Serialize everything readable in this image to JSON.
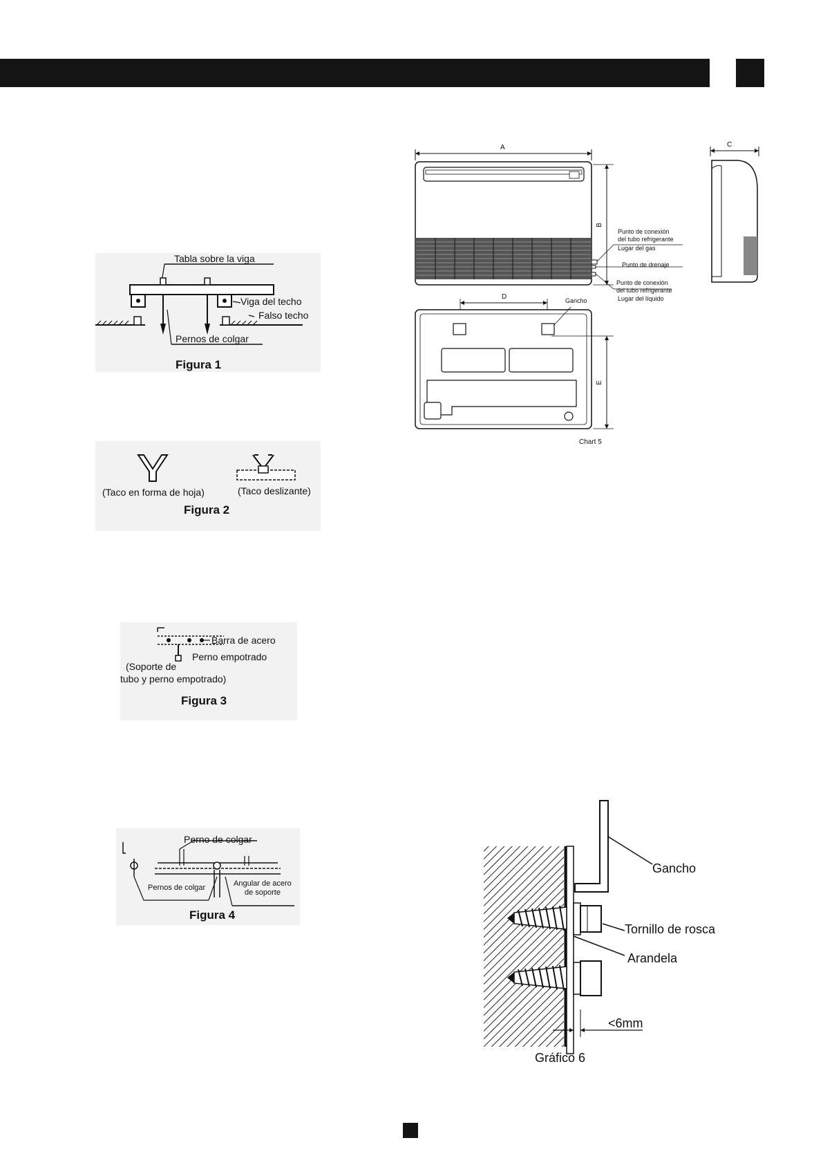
{
  "header": {
    "bar_color": "#141414"
  },
  "figure1": {
    "beam_board": "Tabla sobre la viga",
    "ceiling_beam": "Viga del techo",
    "false_ceiling": "Falso techo",
    "hanging_bolts": "Pernos de colgar",
    "title": "Figura 1"
  },
  "figure2": {
    "leaf_anchor": "(Taco en forma de hoja)",
    "sliding_anchor": "(Taco deslizante)",
    "title": "Figura 2"
  },
  "figure3": {
    "steel_bar": "Barra de acero",
    "embedded_bolt": "Perno empotrado",
    "support_line1": "(Soporte de",
    "support_line2": "tubo y perno empotrado)",
    "title": "Figura 3"
  },
  "figure4": {
    "hanging_bolt": "Perno de colgar",
    "hanging_bolts": "Pernos de colgar",
    "steel_angle_line1": "Angular de acero",
    "steel_angle_line2": "de soporte",
    "title": "Figura 4"
  },
  "chart5": {
    "dim_a": "A",
    "dim_b": "B",
    "dim_c": "C",
    "dim_d": "D",
    "dim_e": "E",
    "gas_line1": "Punto de conexión",
    "gas_line2": "del tubo refrigerante",
    "gas_line3": "Lugar del gas",
    "drain": "Punto de drenaje",
    "liquid_line1": "Punto de conexión",
    "liquid_line2": "del tubo refrigerante",
    "liquid_line3": "Lugar del líquido",
    "hook": "Gancho",
    "title": "Chart 5"
  },
  "grafico6": {
    "hook": "Gancho",
    "screw": "Tornillo de rosca",
    "washer": "Arandela",
    "gap": "<6mm",
    "title": "Gráfico 6"
  }
}
